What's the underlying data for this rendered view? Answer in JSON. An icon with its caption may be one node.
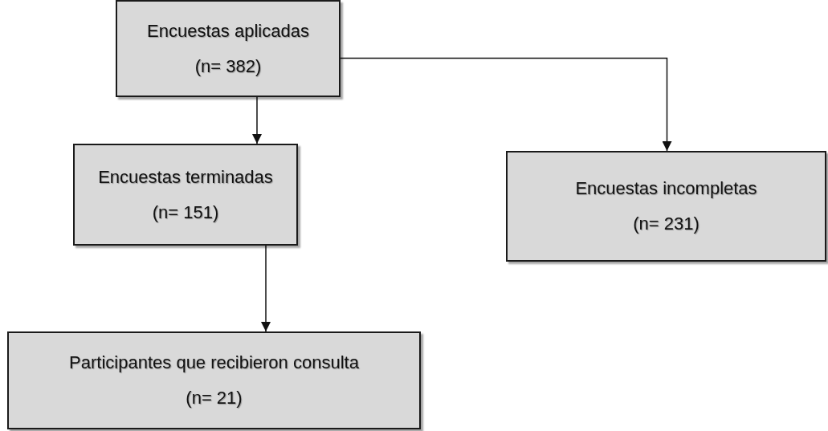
{
  "diagram": {
    "nodes": [
      {
        "text": [
          "Encuestas aplicadas",
          "(n= 382)"
        ]
      },
      {
        "text": [
          "Encuestas terminadas",
          "(n= 151)"
        ]
      },
      {
        "text": [
          "Encuestas incompletas",
          "(n= 231)"
        ]
      },
      {
        "text": [
          "Participantes que recibieron consulta",
          "(n= 21)"
        ]
      }
    ],
    "edges": [
      {
        "from": 0,
        "to": 1,
        "arrow": "to"
      },
      {
        "from": 0,
        "to": 2,
        "arrow": "to"
      },
      {
        "from": 1,
        "to": 3,
        "arrow": "to"
      }
    ]
  }
}
